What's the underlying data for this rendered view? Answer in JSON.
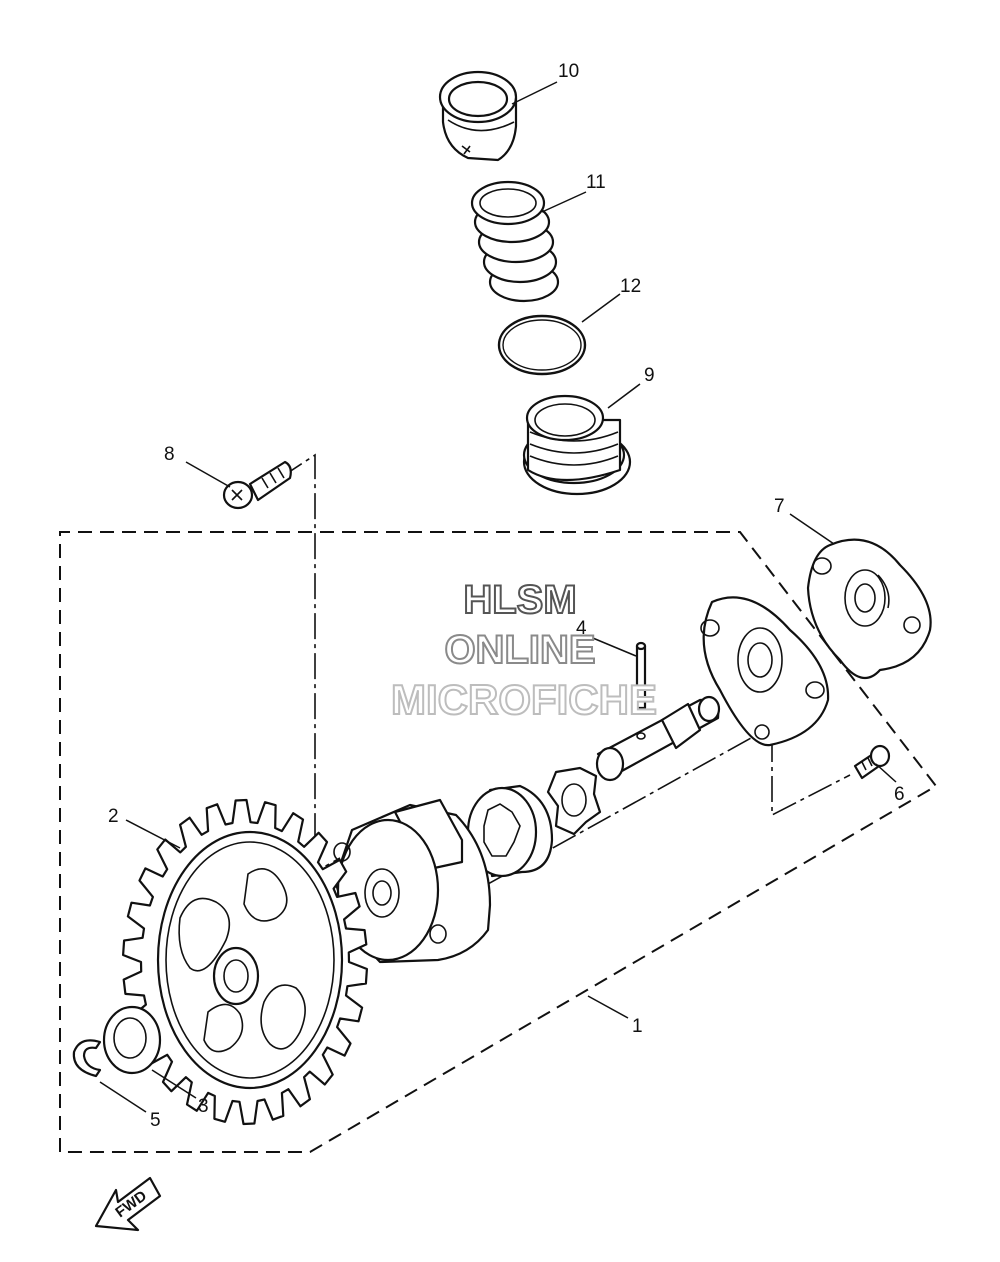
{
  "watermark": {
    "line1": "HLSM",
    "line2": "ONLINE",
    "line3": "MICROFICHE",
    "colors": [
      "#555555",
      "#8a8a8a",
      "#bdbdbd"
    ]
  },
  "direction_arrow": {
    "label": "FWD",
    "icon": "fwd-arrow-icon"
  },
  "callouts": {
    "p1": "1",
    "p2": "2",
    "p3": "3",
    "p4": "4",
    "p5": "5",
    "p6": "6",
    "p7": "7",
    "p8": "8",
    "p9": "9",
    "p10": "10",
    "p11": "11",
    "p12": "12"
  },
  "colors": {
    "line": "#111111",
    "background": "#ffffff"
  }
}
